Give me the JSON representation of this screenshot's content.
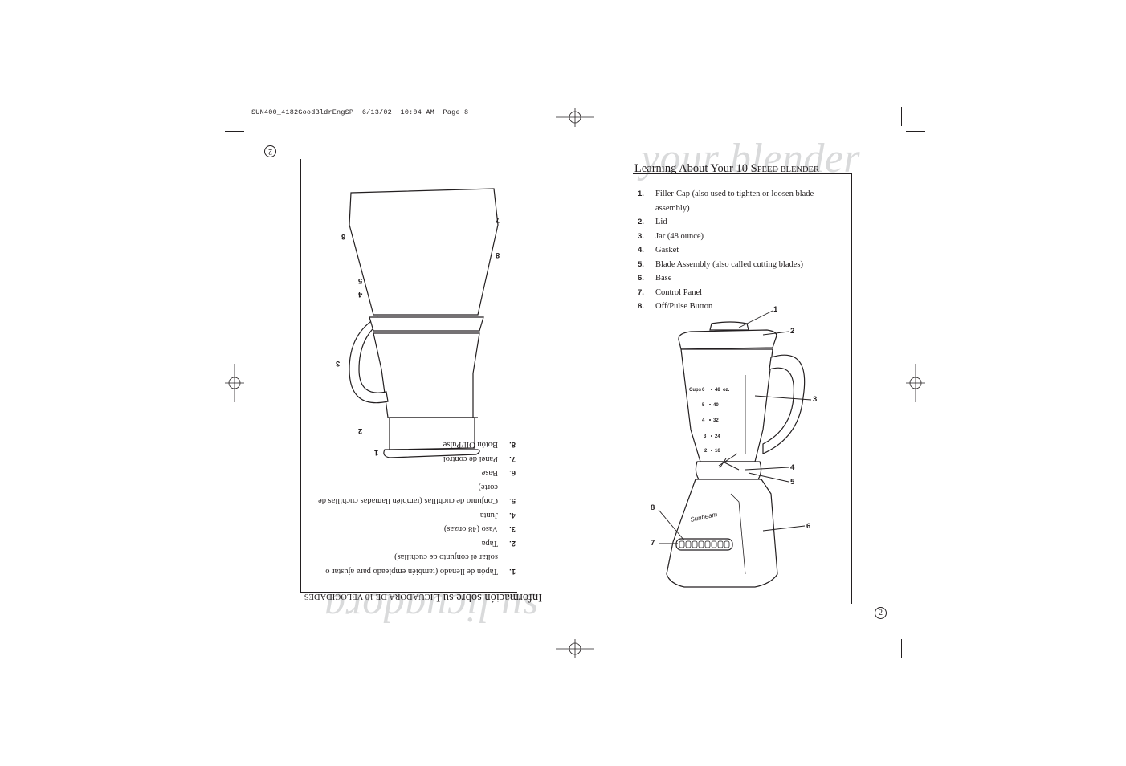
{
  "slug": "SUN400_4182GoodBldrEngSP  6/13/02  10:04 AM  Page 8",
  "left_page": {
    "page_number": "2",
    "bg_script": "su licuadora",
    "title_main": "Información sobre su ",
    "title_cap": "L",
    "title_small": "ICUADORA DE 10 VELOCIDADES",
    "items": [
      {
        "num": "1.",
        "text": "Tapón de llenado (también empleado para ajustar o soltar el conjunto de cuchillas)"
      },
      {
        "num": "2.",
        "text": "Tapa"
      },
      {
        "num": "3.",
        "text": "Vaso (48 onzas)"
      },
      {
        "num": "4.",
        "text": "Junta"
      },
      {
        "num": "5.",
        "text": "Conjunto de cuchillas (también llamadas cuchillas de corte)"
      },
      {
        "num": "6.",
        "text": "Base"
      },
      {
        "num": "7.",
        "text": "Panel de control"
      },
      {
        "num": "8.",
        "text": "Botón Off/Pulse"
      }
    ]
  },
  "right_page": {
    "page_number": "2",
    "bg_script": "your blender",
    "title_main": "Learning About Your 10 ",
    "title_cap": "S",
    "title_small": "PEED BLENDER",
    "items": [
      {
        "num": "1.",
        "text": "Filler-Cap (also used to tighten or loosen blade assembly)"
      },
      {
        "num": "2.",
        "text": "Lid"
      },
      {
        "num": "3.",
        "text": "Jar (48 ounce)"
      },
      {
        "num": "4.",
        "text": "Gasket"
      },
      {
        "num": "5.",
        "text": "Blade Assembly (also called cutting blades)"
      },
      {
        "num": "6.",
        "text": "Base"
      },
      {
        "num": "7.",
        "text": "Control Panel"
      },
      {
        "num": "8.",
        "text": "Off/Pulse Button"
      }
    ]
  },
  "diagram": {
    "callouts": [
      "1",
      "2",
      "3",
      "4",
      "5",
      "6",
      "7",
      "8"
    ],
    "jar_markings": {
      "cups_label": "Cups",
      "oz_label": "oz.",
      "rows": [
        {
          "cups": "6",
          "oz": "48"
        },
        {
          "cups": "5",
          "oz": "40"
        },
        {
          "cups": "4",
          "oz": "32"
        },
        {
          "cups": "3",
          "oz": "24"
        },
        {
          "cups": "2",
          "oz": "16"
        }
      ]
    },
    "brand": "Sunbeam"
  }
}
